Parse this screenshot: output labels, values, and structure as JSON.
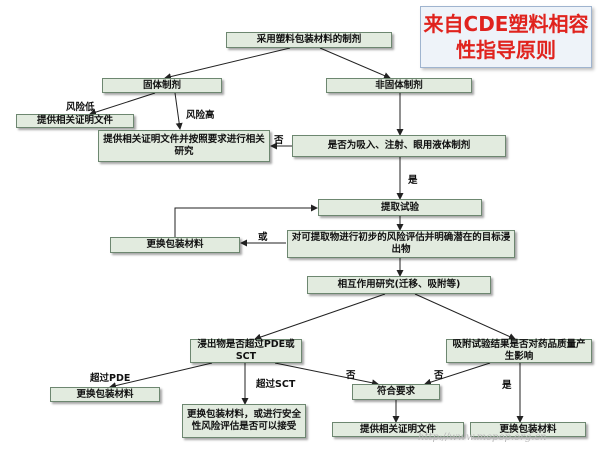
{
  "title": {
    "line1": "来自CDE塑料相容",
    "line2": "性指导原则"
  },
  "nodes": {
    "prep": "采用塑料包装材料的制剂",
    "solid": "固体制剂",
    "nonsolid": "非固体制剂",
    "provide_proof_1": "提供相关证明文件",
    "provide_proof_study": "提供相关证明文件并按照要求进行相关研究",
    "liquid_q": "是否为吸入、注射、眼用液体制剂",
    "extraction": "提取试验",
    "change_pkg_1": "更换包装材料",
    "risk_eval": "对可提取物进行初步的风险评估并明确潜在的目标浸出物",
    "interaction": "相互作用研究(迁移、吸附等)",
    "leach_q": "浸出物是否超过PDE或SCT",
    "adsorb_q": "吸附试验结果是否对药品质量产生影响",
    "change_pkg_2": "更换包装材料",
    "change_or_eval": "更换包装材料，或进行安全性风险评估是否可以接受",
    "meets": "符合要求",
    "provide_proof_2": "提供相关证明文件",
    "change_pkg_3": "更换包装材料"
  },
  "labels": {
    "low_risk": "风险低",
    "high_risk": "风险高",
    "no_1": "否",
    "yes_1": "是",
    "or": "或",
    "exceed_pde": "超过PDE",
    "exceed_sct": "超过SCT",
    "no_2": "否",
    "no_3": "否",
    "yes_2": "是"
  },
  "watermark": "http://www.mepop.org.cn"
}
